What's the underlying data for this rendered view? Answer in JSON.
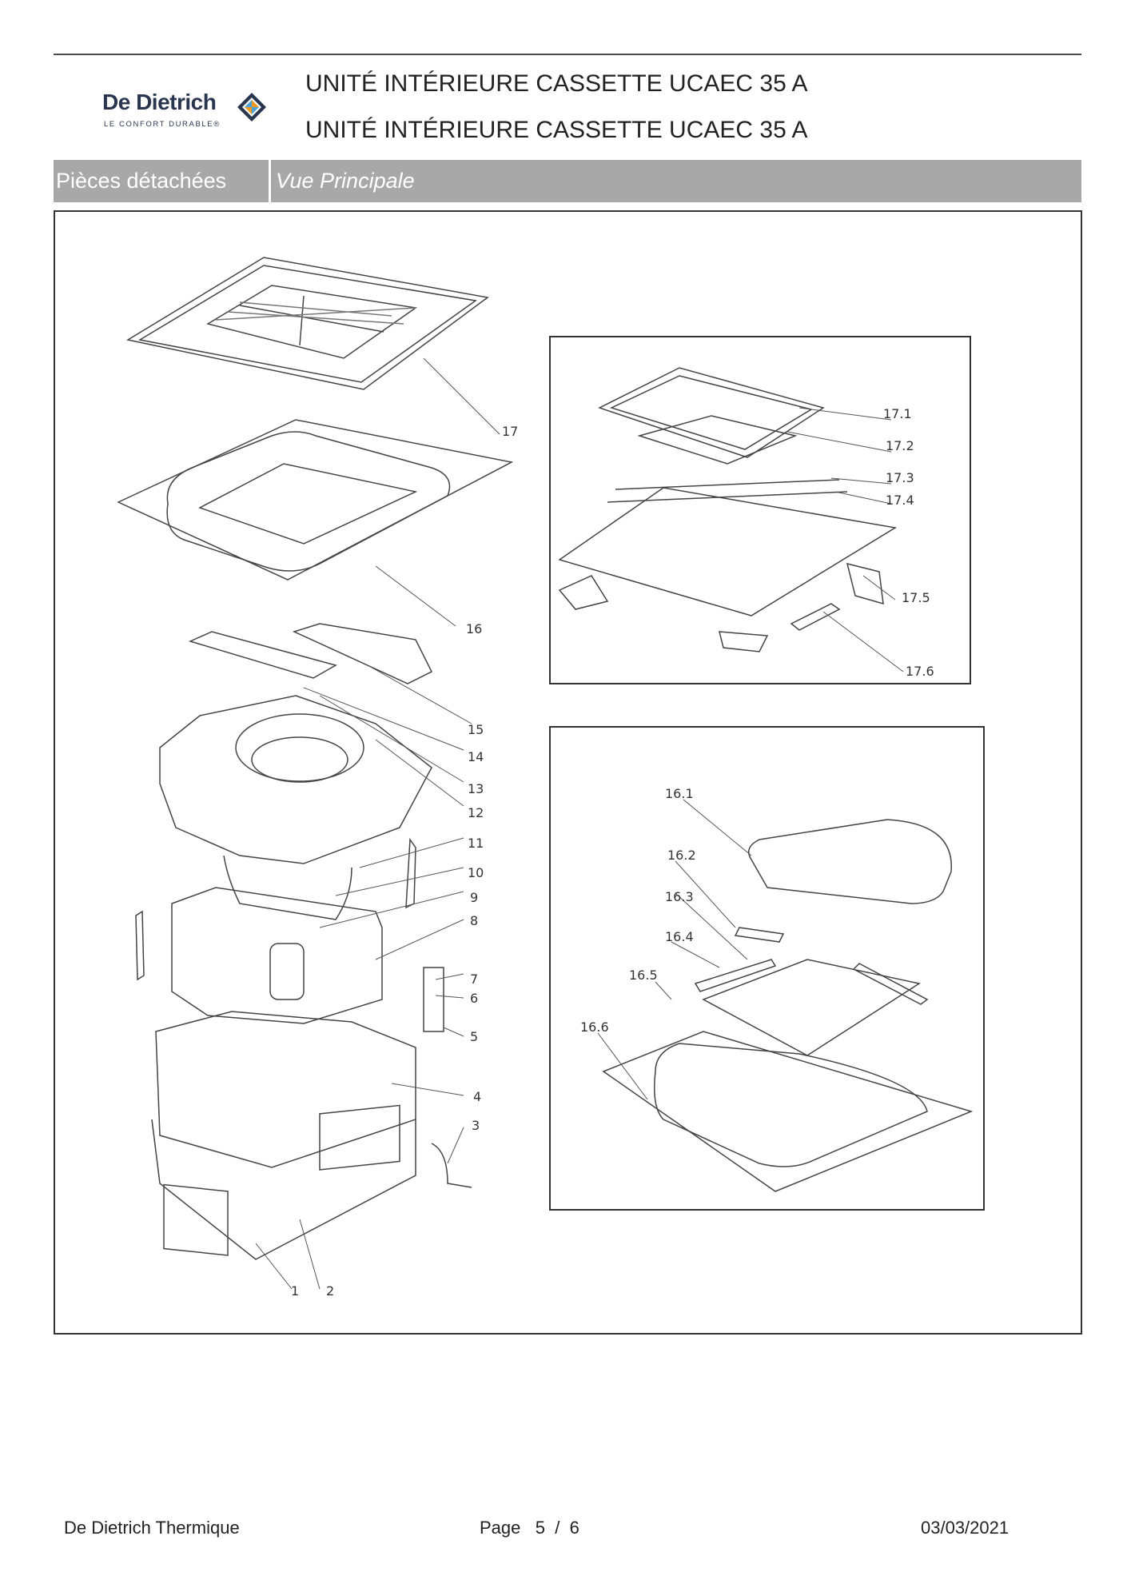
{
  "header": {
    "logo_name": "De Dietrich",
    "logo_tagline": "LE CONFORT DURABLE®",
    "title_line1": "UNITÉ INTÉRIEURE CASSETTE UCAEC 35 A",
    "title_line2": "UNITÉ INTÉRIEURE CASSETTE UCAEC 35 A"
  },
  "band": {
    "section": "Pièces détachées",
    "view": "Vue Principale"
  },
  "diagram": {
    "main_refs": [
      "17",
      "16",
      "15",
      "14",
      "13",
      "12",
      "11",
      "10",
      "9",
      "8",
      "7",
      "6",
      "5",
      "4",
      "3",
      "1",
      "2"
    ],
    "inset1_refs": [
      "17.1",
      "17.2",
      "17.3",
      "17.4",
      "17.5",
      "17.6"
    ],
    "inset2_refs": [
      "16.1",
      "16.2",
      "16.3",
      "16.4",
      "16.5",
      "16.6"
    ]
  },
  "footer": {
    "company": "De Dietrich Thermique",
    "page_label": "Page",
    "page_current": "5",
    "page_sep": "/",
    "page_total": "6",
    "date": "03/03/2021"
  },
  "colors": {
    "band": "#a8a8a8",
    "logo_blue": "#2a3550",
    "logo_orange": "#f39a1e",
    "logo_lightblue": "#4da3d9"
  }
}
